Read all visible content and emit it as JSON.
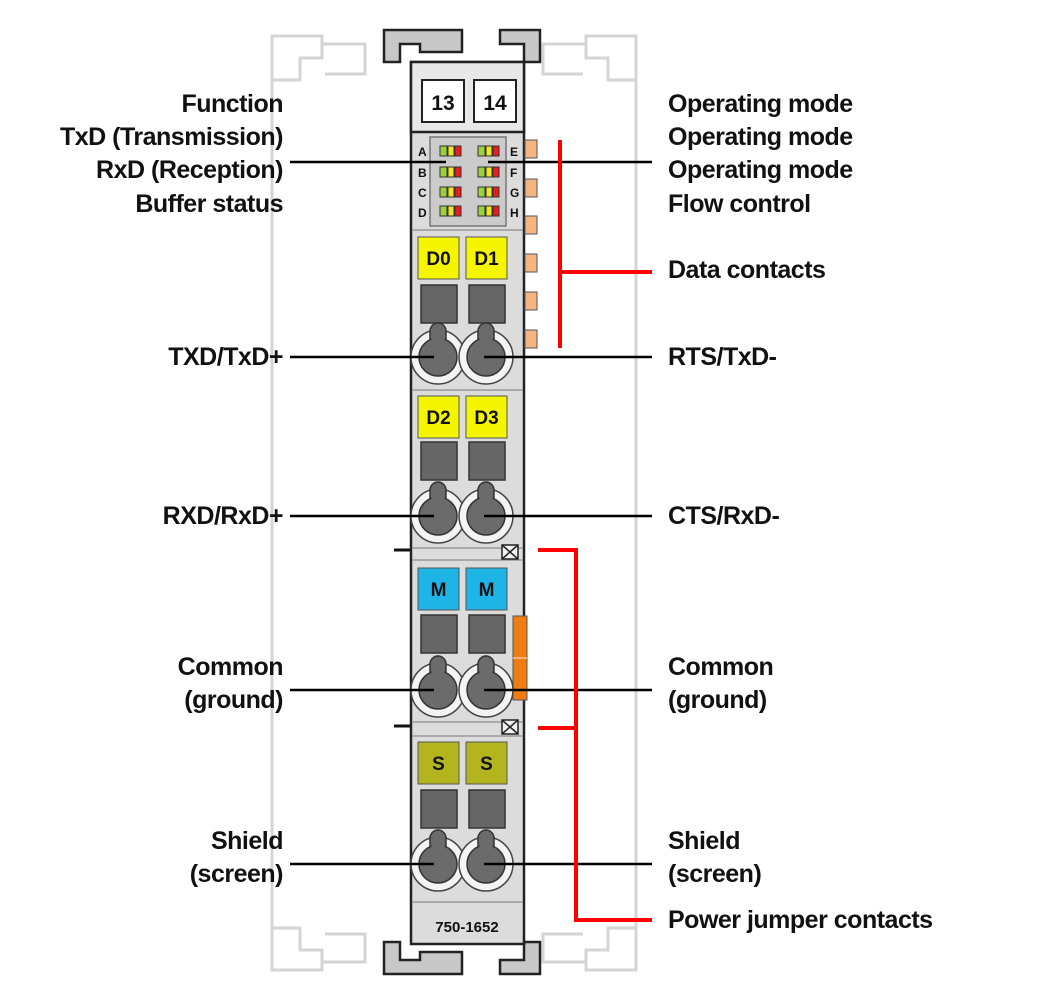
{
  "module": {
    "marker_left": "13",
    "marker_right": "14",
    "part_number": "750-1652"
  },
  "led_letters_left": [
    "A",
    "B",
    "C",
    "D"
  ],
  "led_letters_right": [
    "E",
    "F",
    "G",
    "H"
  ],
  "terminals": {
    "d0": "D0",
    "d1": "D1",
    "d2": "D2",
    "d3": "D3",
    "m_left": "M",
    "m_right": "M",
    "s_left": "S",
    "s_right": "S"
  },
  "left_labels": {
    "function": "Function",
    "txd_transmission": "TxD (Transmission)",
    "rxd_reception": "RxD (Reception)",
    "buffer_status": "Buffer status",
    "txd": "TXD/TxD+",
    "rxd": "RXD/RxD+",
    "common_1": "Common",
    "common_2": "(ground)",
    "shield_1": "Shield",
    "shield_2": "(screen)"
  },
  "right_labels": {
    "operating_mode_1": "Operating mode",
    "operating_mode_2": "Operating mode",
    "operating_mode_3": "Operating mode",
    "flow_control": "Flow control",
    "data_contacts": "Data contacts",
    "rts": "RTS/TxD-",
    "cts": "CTS/RxD-",
    "common_1": "Common",
    "common_2": "(ground)",
    "shield_1": "Shield",
    "shield_2": "(screen)",
    "power_jumper": "Power jumper contacts"
  },
  "colors": {
    "housing": "#dcdcdc",
    "data_marker": "#f5f500",
    "common_marker": "#1eb4e6",
    "shield_marker": "#b4b41e",
    "callout_red": "#ff0000",
    "contact_orange": "#f5b482",
    "jumper_orange": "#f07d14"
  }
}
